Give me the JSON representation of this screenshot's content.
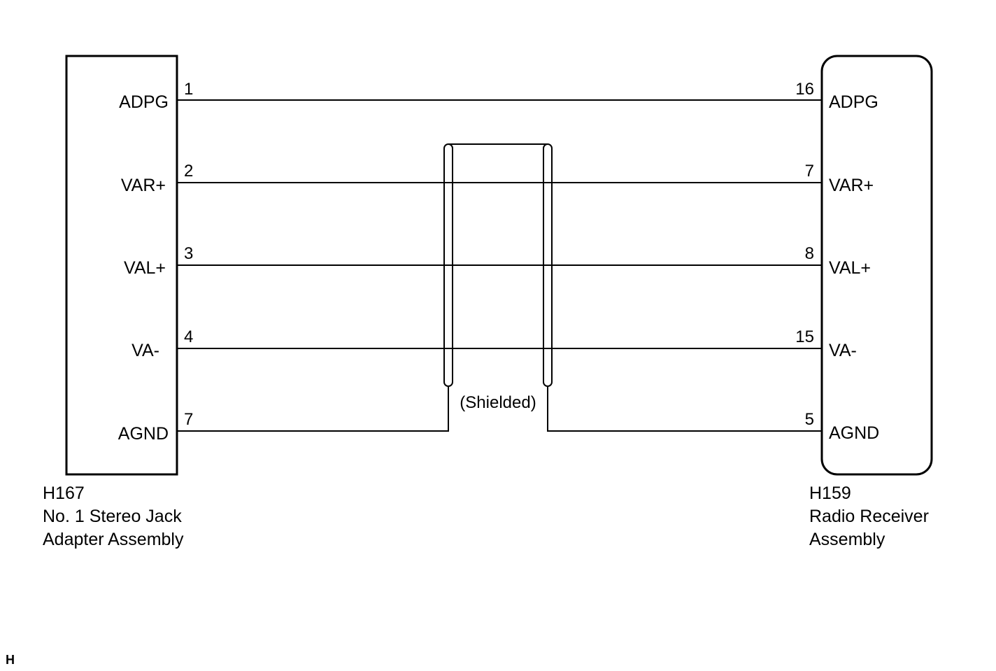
{
  "left_connector": {
    "id": "H167",
    "name_line1": "No. 1 Stereo Jack",
    "name_line2": "Adapter Assembly"
  },
  "right_connector": {
    "id": "H159",
    "name_line1": "Radio Receiver",
    "name_line2": "Assembly"
  },
  "wires": [
    {
      "left_label": "ADPG",
      "left_pin": "1",
      "right_pin": "16",
      "right_label": "ADPG"
    },
    {
      "left_label": "VAR+",
      "left_pin": "2",
      "right_pin": "7",
      "right_label": "VAR+"
    },
    {
      "left_label": "VAL+",
      "left_pin": "3",
      "right_pin": "8",
      "right_label": "VAL+"
    },
    {
      "left_label": "VA-",
      "left_pin": "4",
      "right_pin": "15",
      "right_label": "VA-"
    },
    {
      "left_label": "AGND",
      "left_pin": "7",
      "right_pin": "5",
      "right_label": "AGND"
    }
  ],
  "shield_label": "(Shielded)",
  "corner_mark": "H"
}
